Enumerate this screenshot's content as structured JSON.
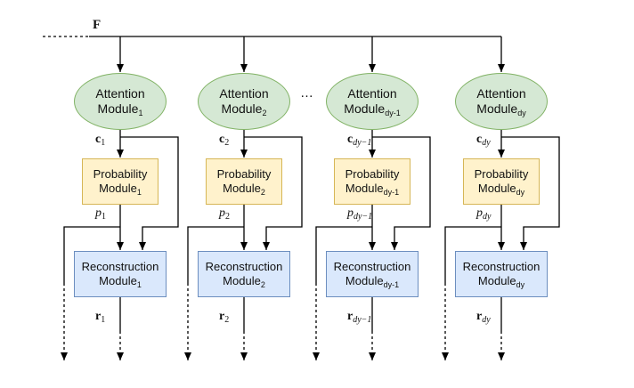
{
  "top_label": "F",
  "ellipsis": "…",
  "columns": [
    {
      "attention": {
        "line1": "Attention",
        "base": "Module",
        "sub": "1"
      },
      "c": {
        "base": "c",
        "sub": "1"
      },
      "probability": {
        "line1": "Probability",
        "base": "Module",
        "sub": "1"
      },
      "p": {
        "base": "p",
        "sub": "1"
      },
      "reconstruction": {
        "line1": "Reconstruction",
        "base": "Module",
        "sub": "1"
      },
      "r": {
        "base": "r",
        "sub": "1"
      }
    },
    {
      "attention": {
        "line1": "Attention",
        "base": "Module",
        "sub": "2"
      },
      "c": {
        "base": "c",
        "sub": "2"
      },
      "probability": {
        "line1": "Probability",
        "base": "Module",
        "sub": "2"
      },
      "p": {
        "base": "p",
        "sub": "2"
      },
      "reconstruction": {
        "line1": "Reconstruction",
        "base": "Module",
        "sub": "2"
      },
      "r": {
        "base": "r",
        "sub": "2"
      }
    },
    {
      "attention": {
        "line1": "Attention",
        "base": "Module",
        "sub": "dy-1"
      },
      "c": {
        "base": "c",
        "sub": "dy−1"
      },
      "probability": {
        "line1": "Probability",
        "base": "Module",
        "sub": "dy-1"
      },
      "p": {
        "base": "p",
        "sub": "dy−1"
      },
      "reconstruction": {
        "line1": "Reconstruction",
        "base": "Module",
        "sub": "dy-1"
      },
      "r": {
        "base": "r",
        "sub": "dy−1"
      }
    },
    {
      "attention": {
        "line1": "Attention",
        "base": "Module",
        "sub": "dy"
      },
      "c": {
        "base": "c",
        "sub": "dy"
      },
      "probability": {
        "line1": "Probability",
        "base": "Module",
        "sub": "dy"
      },
      "p": {
        "base": "p",
        "sub": "dy"
      },
      "reconstruction": {
        "line1": "Reconstruction",
        "base": "Module",
        "sub": "dy"
      },
      "r": {
        "base": "r",
        "sub": "dy"
      }
    }
  ],
  "colors": {
    "attention_fill": "#d5e8d4",
    "attention_stroke": "#82b366",
    "probability_fill": "#fff2cc",
    "probability_stroke": "#d6b656",
    "reconstruction_fill": "#dae8fc",
    "reconstruction_stroke": "#6c8ebf",
    "line": "#000000"
  }
}
